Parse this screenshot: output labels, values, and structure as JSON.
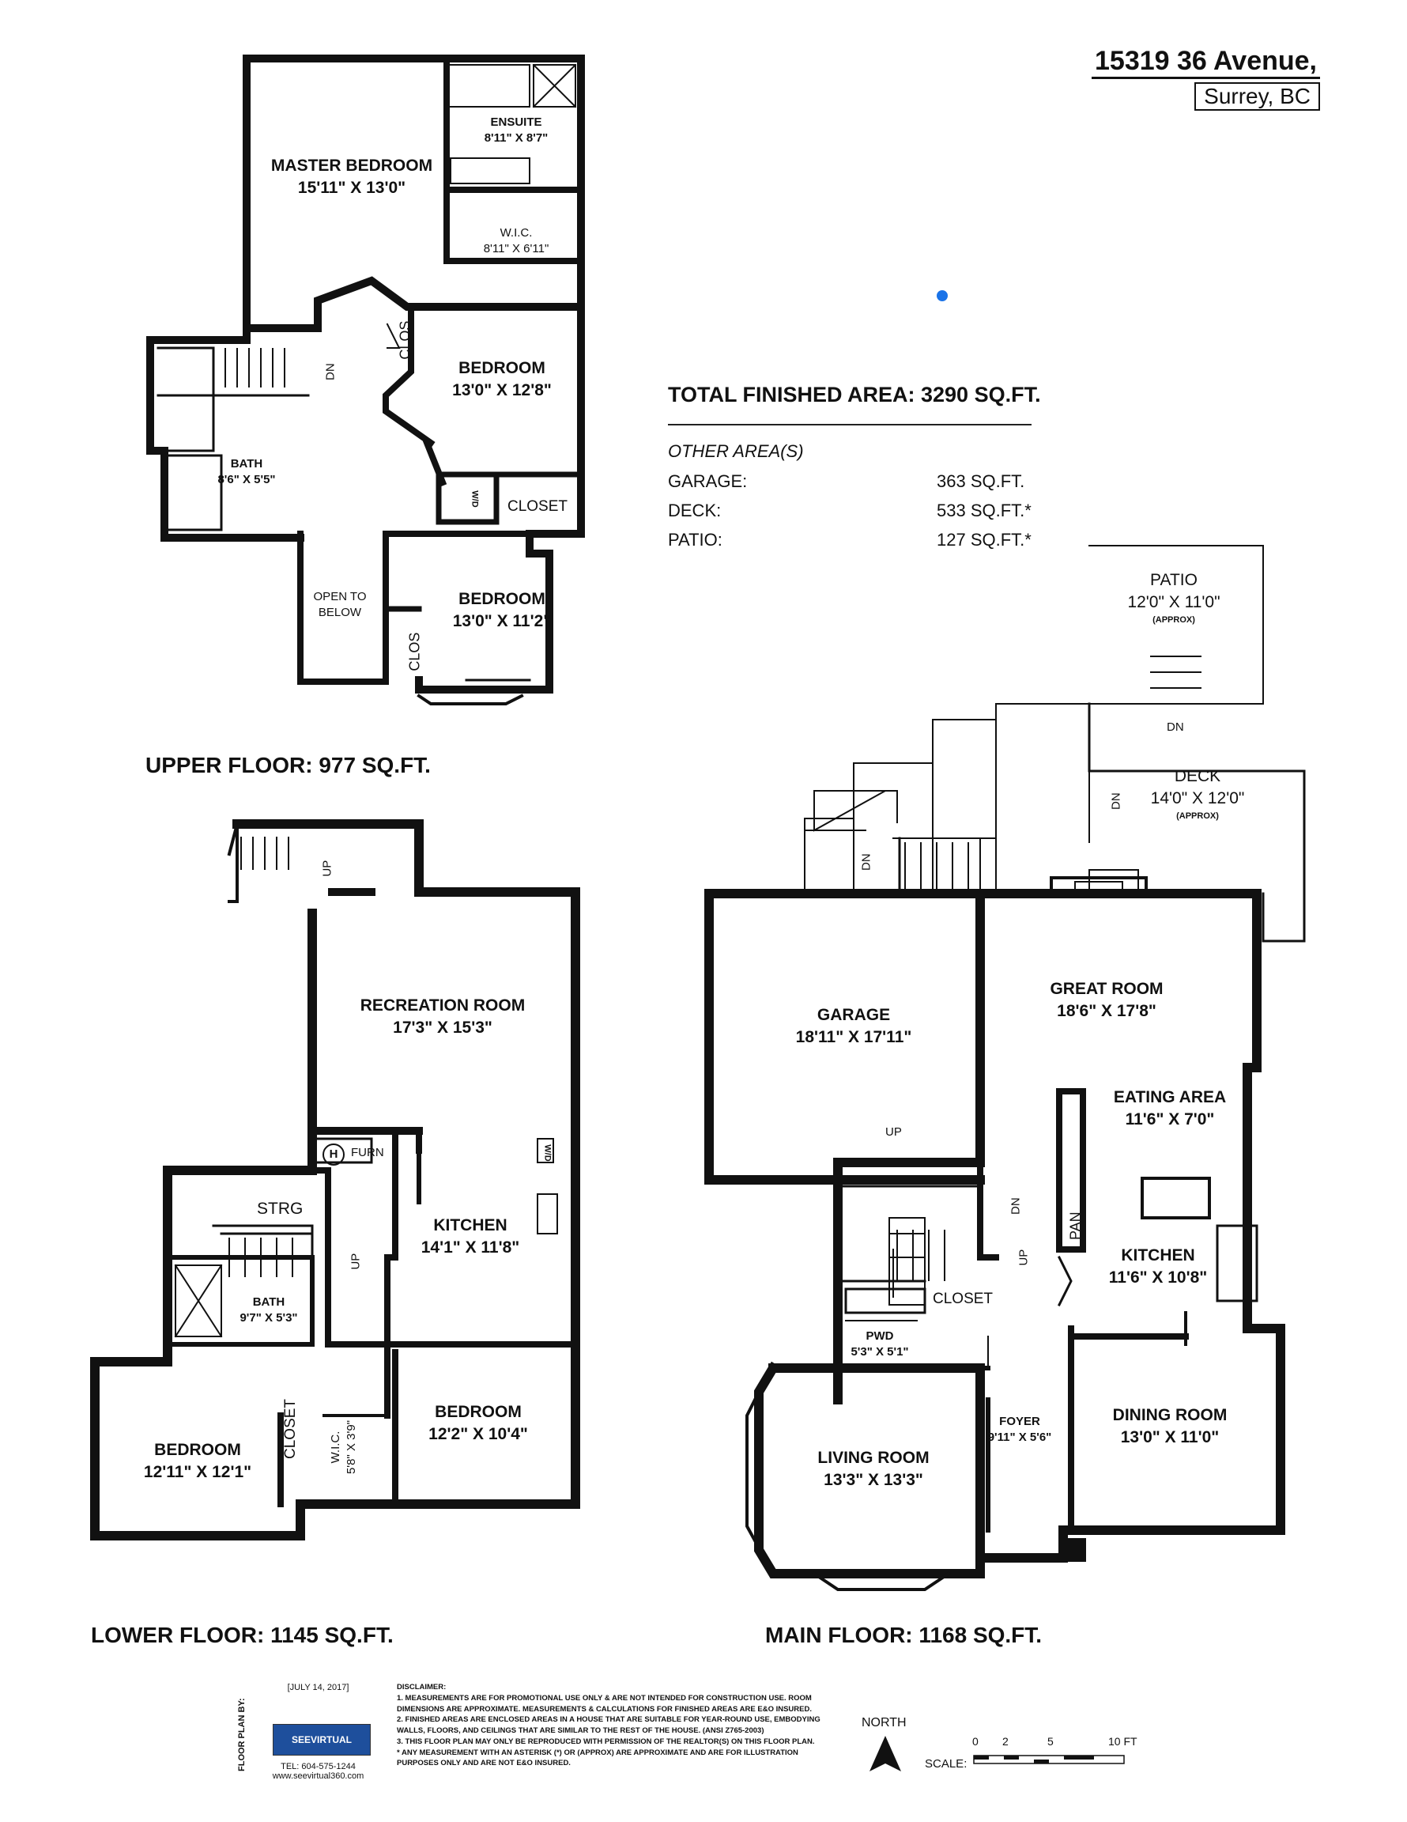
{
  "address": {
    "line1": "15319 36 Avenue,",
    "line2": "Surrey, BC"
  },
  "total_area": "TOTAL FINISHED AREA:  3290 SQ.FT.",
  "other_areas": {
    "heading": "OTHER AREA(S)",
    "rows": [
      {
        "label": "GARAGE:",
        "value": "363 SQ.FT."
      },
      {
        "label": "DECK:",
        "value": "533 SQ.FT.*"
      },
      {
        "label": "PATIO:",
        "value": "127 SQ.FT.*"
      }
    ]
  },
  "floors": {
    "upper": "UPPER FLOOR: 977 SQ.FT.",
    "lower": "LOWER FLOOR: 1145 SQ.FT.",
    "main": "MAIN FLOOR: 1168 SQ.FT."
  },
  "rooms": {
    "upper": {
      "master_name": "MASTER BEDROOM",
      "master_dim": "15'11\" X 13'0\"",
      "ensuite_name": "ENSUITE",
      "ensuite_dim": "8'11\" X 8'7\"",
      "wic_name": "W.I.C.",
      "wic_dim": "8'11\" X 6'11\"",
      "bed2_name": "BEDROOM",
      "bed2_dim": "13'0\" X 12'8\"",
      "bath_name": "BATH",
      "bath_dim": "8'6\" X 5'5\"",
      "closet": "CLOSET",
      "clos_a": "CLOS",
      "clos_b": "CLOS",
      "wd": "W/D",
      "open_below": "OPEN TO BELOW",
      "bed3_name": "BEDROOM",
      "bed3_dim": "13'0\" X 11'2\"",
      "dn": "DN"
    },
    "lower": {
      "rec_name": "RECREATION ROOM",
      "rec_dim": "17'3\" X 15'3\"",
      "kitchen_name": "KITCHEN",
      "kitchen_dim": "14'1\" X 11'8\"",
      "strg": "STRG",
      "furn": "FURN",
      "h": "H",
      "wd": "W/D",
      "bath_name": "BATH",
      "bath_dim": "9'7\" X 5'3\"",
      "bed_a_name": "BEDROOM",
      "bed_a_dim": "12'2\" X 10'4\"",
      "bed_b_name": "BEDROOM",
      "bed_b_dim": "12'11\" X 12'1\"",
      "closet": "CLOSET",
      "wic_name": "W.I.C.",
      "wic_dim": "5'8\" X 3'9\"",
      "up1": "UP",
      "up2": "UP"
    },
    "main": {
      "patio_name": "PATIO",
      "patio_dim": "12'0\" X 11'0\"",
      "patio_note": "(APPROX)",
      "deck_name": "DECK",
      "deck_dim": "14'0\" X 12'0\"",
      "deck_note": "(APPROX)",
      "garage_name": "GARAGE",
      "garage_dim": "18'11\" X 17'11\"",
      "great_name": "GREAT ROOM",
      "great_dim": "18'6\" X 17'8\"",
      "eating_name": "EATING AREA",
      "eating_dim": "11'6\" X 7'0\"",
      "kitchen_name": "KITCHEN",
      "kitchen_dim": "11'6\" X 10'8\"",
      "pan": "PAN",
      "closet": "CLOSET",
      "pwd_name": "PWD",
      "pwd_dim": "5'3\" X 5'1\"",
      "foyer_name": "FOYER",
      "foyer_dim": "9'11\" X 5'6\"",
      "living_name": "LIVING ROOM",
      "living_dim": "13'3\" X 13'3\"",
      "dining_name": "DINING ROOM",
      "dining_dim": "13'0\" X 11'0\"",
      "dn1": "DN",
      "dn2": "DN",
      "dn3": "DN",
      "dn4": "DN",
      "up1": "UP",
      "up2": "UP"
    }
  },
  "footer": {
    "floor_plan_by": "FLOOR PLAN BY:",
    "date": "[JULY 14, 2017]",
    "logo": "SEEVIRTUAL",
    "tel": "TEL: 604-575-1244",
    "web": "www.seevirtual360.com",
    "disclaimer_title": "DISCLAIMER:",
    "disclaimer": [
      "1. MEASUREMENTS ARE FOR PROMOTIONAL USE ONLY & ARE NOT INTENDED FOR CONSTRUCTION USE. ROOM DIMENSIONS ARE APPROXIMATE.  MEASUREMENTS & CALCULATIONS FOR FINISHED AREAS ARE E&O INSURED.",
      "2. FINISHED AREAS ARE ENCLOSED AREAS IN A HOUSE THAT ARE SUITABLE FOR YEAR-ROUND USE, EMBODYING WALLS, FLOORS, AND CEILINGS THAT ARE SIMILAR TO THE REST OF THE HOUSE. (ANSI Z765-2003)",
      "3. THIS FLOOR PLAN MAY ONLY BE REPRODUCED WITH PERMISSION OF THE REALTOR(S) ON THIS FLOOR PLAN.",
      "* ANY MEASUREMENT WITH AN ASTERISK (*) OR (APPROX) ARE APPROXIMATE AND ARE FOR ILLUSTRATION PURPOSES ONLY AND ARE NOT E&O INSURED."
    ],
    "north": "NORTH",
    "scale_label": "SCALE:",
    "scale_ticks": [
      "0",
      "2",
      "5",
      "10 FT"
    ]
  },
  "colors": {
    "wall": "#111111",
    "accent_dot": "#1a73e8",
    "logo_bg": "#1e4f9c"
  }
}
